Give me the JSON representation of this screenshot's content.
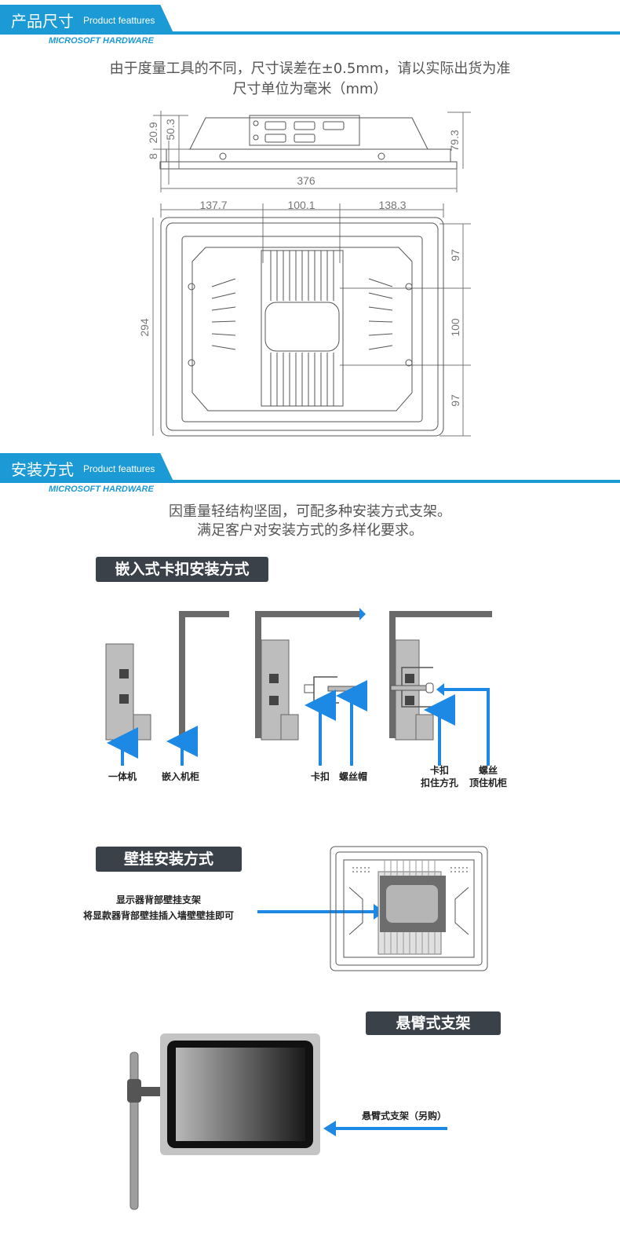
{
  "section1": {
    "title": "产品尺寸",
    "subtitle": "Product feattures",
    "brand": "MICROSOFT HARDWARE",
    "desc_line1": "由于度量工具的不同，尺寸误差在±0.5mm，请以实际出货为准",
    "desc_line2": "尺寸单位为毫米（mm）"
  },
  "dimensions": {
    "side_left_1": "20.9",
    "side_left_2": "50.3",
    "side_left_3": "8",
    "side_right": "79.3",
    "side_width": "376",
    "top_1": "137.7",
    "top_2": "100.1",
    "top_3": "138.3",
    "height_total": "294",
    "right_1": "97",
    "right_2": "100",
    "right_3": "97"
  },
  "section2": {
    "title": "安装方式",
    "subtitle": "Product feattures",
    "brand": "MICROSOFT HARDWARE",
    "desc_line1": "因重量轻结构坚固，可配多种安装方式支架。",
    "desc_line2": "满足客户对安装方式的多样化要求。"
  },
  "embed": {
    "title": "嵌入式卡扣安装方式",
    "label_unit": "一体机",
    "label_cabinet": "嵌入机柜",
    "label_clip": "卡扣",
    "label_screwcap": "螺丝帽",
    "label_clip2_line1": "卡扣",
    "label_clip2_line2": "扣住方孔",
    "label_screw_line1": "螺丝",
    "label_screw_line2": "顶住机柜"
  },
  "wall": {
    "title": "壁挂安装方式",
    "line1": "显示器背部壁挂支架",
    "line2": "将显款器背部壁挂插入墙壁壁挂即可"
  },
  "arm": {
    "title": "悬臂式支架",
    "label": "悬臂式支架（另购）"
  },
  "colors": {
    "accent": "#1c9ad6",
    "pill": "#3a4149",
    "arrow": "#1e88e5"
  }
}
